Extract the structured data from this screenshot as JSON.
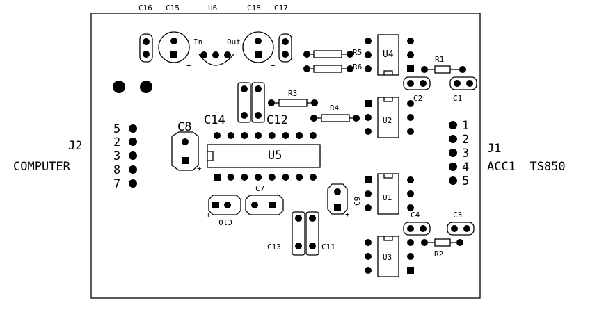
{
  "board": {
    "top_labels": {
      "c16": "C16",
      "c15": "C15",
      "u6": "U6",
      "c18": "C18",
      "c17": "C17"
    },
    "regulator": {
      "in": "In",
      "out": "Out"
    },
    "plus": "+",
    "connectors": {
      "j2": {
        "ref": "J2",
        "name": "COMPUTER",
        "pins": [
          "5",
          "2",
          "3",
          "8",
          "7"
        ]
      },
      "j1": {
        "ref": "J1",
        "name": "ACC1  TS850",
        "pins": [
          "1",
          "2",
          "3",
          "4",
          "5"
        ]
      }
    },
    "components": {
      "r5": "R5",
      "r6": "R6",
      "r1": "R1",
      "r3": "R3",
      "r4": "R4",
      "r2": "R2",
      "u4": "U4",
      "u2": "U2",
      "u1": "U1",
      "u3": "U3",
      "u5": "U5",
      "c1": "C1",
      "c2": "C2",
      "c3": "C3",
      "c4": "C4",
      "c7": "C7",
      "c8": "C8",
      "c9": "C9",
      "c10": "C10",
      "c11": "C11",
      "c12": "C12",
      "c13": "C13",
      "c14": "C14"
    }
  }
}
